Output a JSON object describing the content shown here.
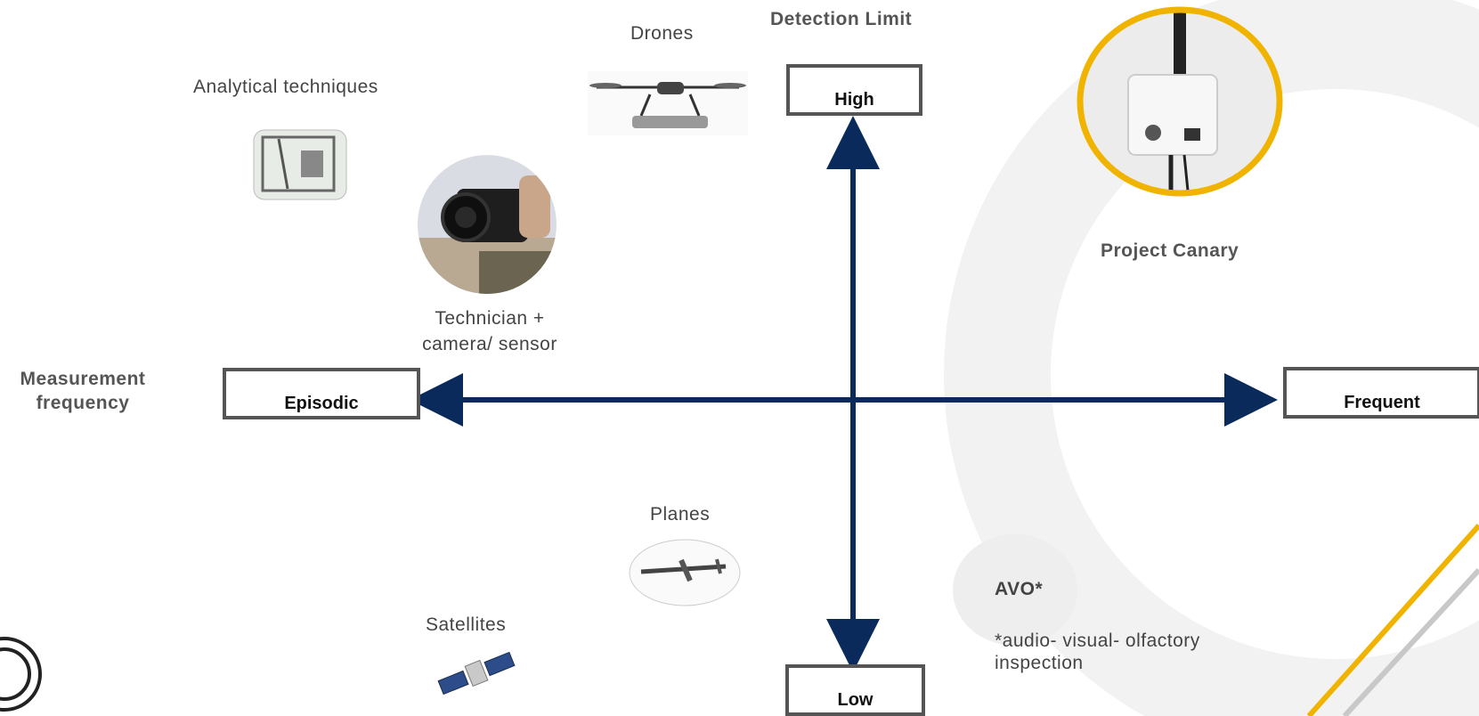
{
  "axes": {
    "vertical_title": "Detection Limit",
    "vertical_top": "High",
    "vertical_bottom": "Low",
    "horizontal_title_line1": "Measurement",
    "horizontal_title_line2": "frequency",
    "horizontal_left": "Episodic",
    "horizontal_right": "Frequent"
  },
  "items": {
    "drones": "Drones",
    "analytical": "Analytical techniques",
    "technician_line1": "Technician +",
    "technician_line2": "camera/ sensor",
    "project_canary": "Project Canary",
    "planes": "Planes",
    "satellites": "Satellites",
    "avo": "AVO*",
    "avo_note_line1": "*audio- visual- olfactory",
    "avo_note_line2": "inspection"
  },
  "colors": {
    "axis": "#0b2a5c",
    "accent_gold": "#f0b400",
    "box_border": "#555555"
  }
}
